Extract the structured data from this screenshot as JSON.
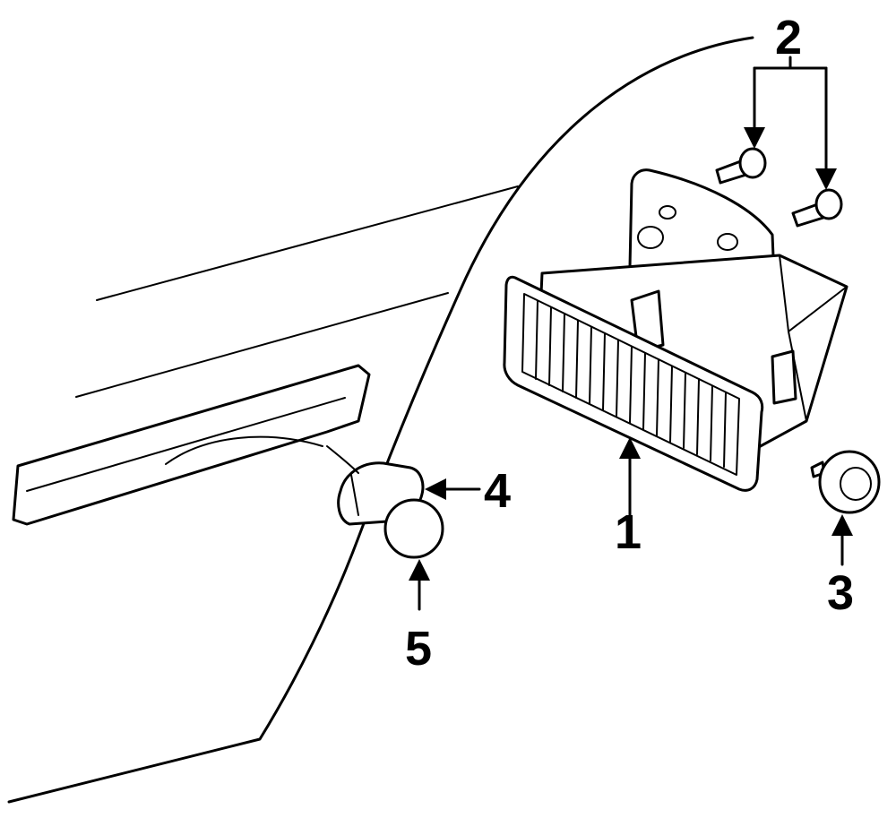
{
  "callouts": {
    "c1": "1",
    "c2": "2",
    "c3": "3",
    "c4": "4",
    "c5": "5"
  },
  "colors": {
    "stroke": "#000000",
    "background": "#ffffff"
  }
}
